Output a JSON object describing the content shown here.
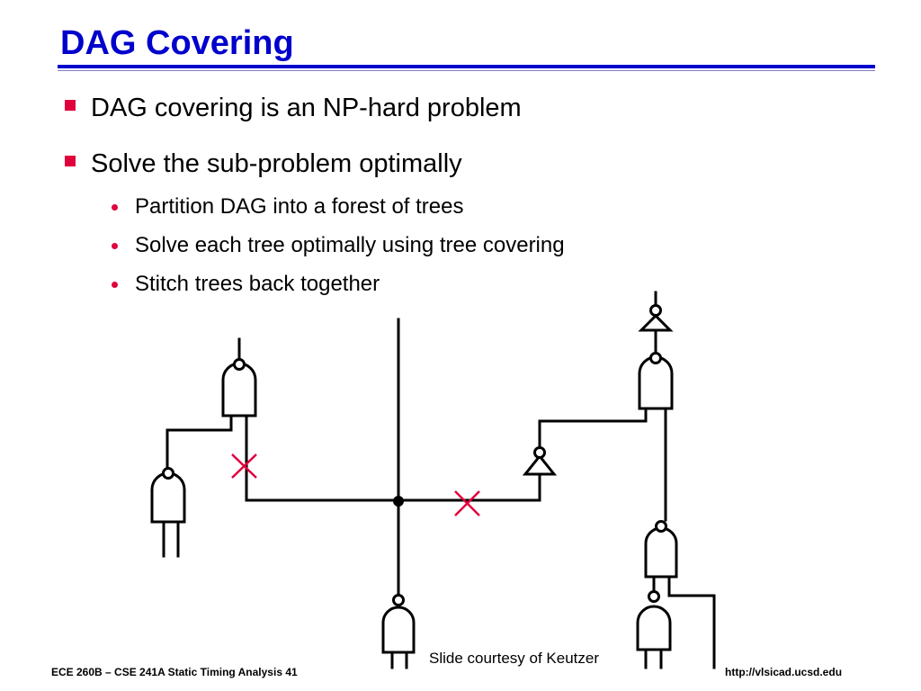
{
  "slide": {
    "title": "DAG Covering",
    "accent_color": "#0000cc",
    "bullet_color": "#e0003c",
    "cross_color": "#e0003c",
    "bullets": [
      {
        "text": "DAG covering is an NP-hard problem"
      },
      {
        "text": "Solve the sub-problem optimally",
        "sub_bullets": [
          {
            "text": "Partition DAG into a forest of trees"
          },
          {
            "text": "Solve each tree optimally using tree covering"
          },
          {
            "text": "Stitch trees back together"
          }
        ]
      }
    ],
    "credit": "Slide courtesy of Keutzer"
  },
  "footer": {
    "left": "ECE 260B – CSE 241A Static Timing Analysis 41",
    "right": "http://vlsicad.ucsd.edu"
  }
}
